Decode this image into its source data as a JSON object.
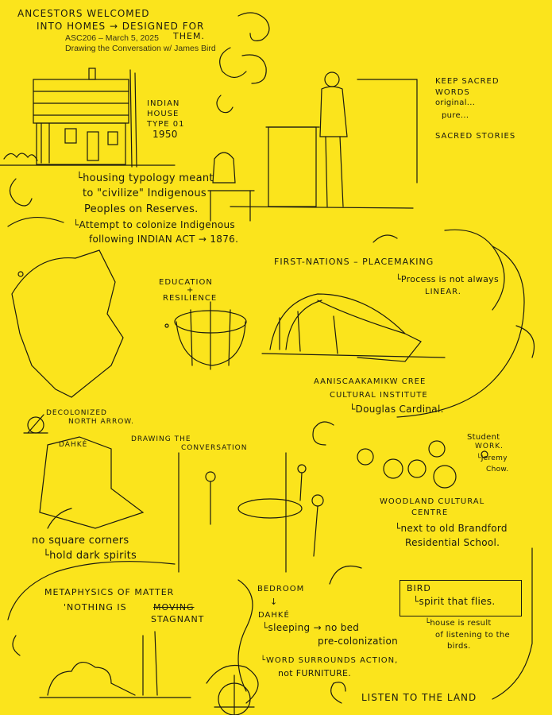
{
  "header": {
    "title_line1": "ANCESTORS WELCOMED",
    "title_line2": "INTO HOMES → designed FOR",
    "title_line3": "THEM.",
    "course_date": "ASC206 – March 5, 2025",
    "session": "Drawing the Conversation w/ James Bird"
  },
  "house_section": {
    "label_line1": "INDIAN",
    "label_line2": "HOUSE",
    "label_line3": "TYPE 01",
    "label_line4": "1950",
    "note1_line1": "└housing typology meant",
    "note1_line2": "to \"civilize\" Indigenous",
    "note1_line3": "Peoples on Reserves.",
    "note2_line1": "└Attempt to colonize Indigenous",
    "note2_line2": "following INDIAN ACT → 1876."
  },
  "sacred": {
    "line1": "KEEP SACRED",
    "line2": "WORDS",
    "line3": "original...",
    "line4": "pure...",
    "line5": "SACRED STORIES"
  },
  "placemaking": {
    "title": "FIRST-NATIONS – PLACEMAKING",
    "note_line1": "└Process is not always",
    "note_line2": "LINEAR.",
    "education": "EDUCATION",
    "plus": "+",
    "resilience": "RESILIENCE",
    "institute_line1": "AANISCAAKAMIKW CREE",
    "institute_line2": "CULTURAL INSTITUTE",
    "architect": "└Douglas Cardinal."
  },
  "conversation": {
    "north_arrow_line1": "DECOLONIZED",
    "north_arrow_line2": "NORTH ARROW.",
    "dahke": "DAHKÉ",
    "drawing_line1": "DRAWING THE",
    "drawing_line2": "CONVERSATION",
    "student_line1": "Student",
    "student_line2": "WORK.",
    "student_line3": "└Jeremy",
    "student_line4": "Chow.",
    "woodland_line1": "WOODLAND CULTURAL",
    "woodland_line2": "CENTRE",
    "woodland_note1": "└next to old Brandford",
    "woodland_note2": "Residential School.",
    "corners_line1": "no square corners",
    "corners_line2": "└hold dark spirits"
  },
  "bottom": {
    "metaphysics": "METAPHYSICS of MATTER",
    "nothing": "'NOTHING IS",
    "moving_struck": "MOVING",
    "stagnant": "STAGNANT",
    "bedroom": "BEDROOM",
    "arrow_down": "↓",
    "dahke": "DAHKÉ",
    "sleeping": "└sleeping → no bed",
    "precolonization": "pre-colonization",
    "word_line1": "└WORD SURROUNDS ACTION,",
    "word_line2": "not FURNITURE.",
    "bird_title": "BIRD",
    "bird_note": "└spirit that flies.",
    "house_result_line1": "└house is result",
    "house_result_line2": "of listening to the",
    "house_result_line3": "birds.",
    "listen": "LISTEN TO THE LAND"
  }
}
